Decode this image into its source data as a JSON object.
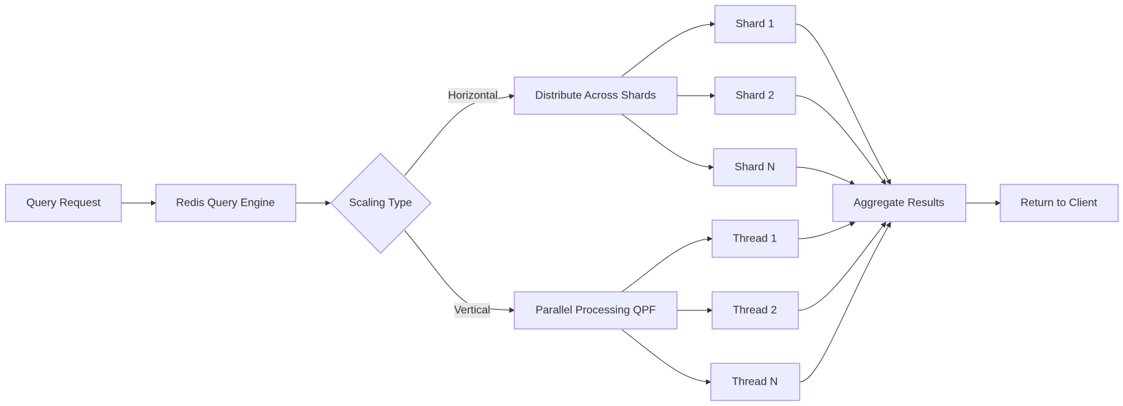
{
  "diagram": {
    "type": "flowchart",
    "direction": "left-to-right",
    "colors": {
      "node_fill": "#ECECFF",
      "node_stroke": "#9370DB",
      "text": "#333333",
      "edge": "#333333",
      "edge_label_bg": "#e8e8e8"
    },
    "nodes": [
      {
        "id": "query_request",
        "label": "Query Request",
        "shape": "rect"
      },
      {
        "id": "redis_engine",
        "label": "Redis Query Engine",
        "shape": "rect"
      },
      {
        "id": "scaling_type",
        "label": "Scaling Type",
        "shape": "diamond"
      },
      {
        "id": "distribute",
        "label": "Distribute Across Shards",
        "shape": "rect"
      },
      {
        "id": "parallel",
        "label": "Parallel Processing QPF",
        "shape": "rect"
      },
      {
        "id": "shard1",
        "label": "Shard 1",
        "shape": "rect"
      },
      {
        "id": "shard2",
        "label": "Shard 2",
        "shape": "rect"
      },
      {
        "id": "shardN",
        "label": "Shard N",
        "shape": "rect"
      },
      {
        "id": "thread1",
        "label": "Thread 1",
        "shape": "rect"
      },
      {
        "id": "thread2",
        "label": "Thread 2",
        "shape": "rect"
      },
      {
        "id": "threadN",
        "label": "Thread N",
        "shape": "rect"
      },
      {
        "id": "aggregate",
        "label": "Aggregate Results",
        "shape": "rect"
      },
      {
        "id": "return_client",
        "label": "Return to Client",
        "shape": "rect"
      }
    ],
    "edges": [
      {
        "from": "query_request",
        "to": "redis_engine",
        "label": ""
      },
      {
        "from": "redis_engine",
        "to": "scaling_type",
        "label": ""
      },
      {
        "from": "scaling_type",
        "to": "distribute",
        "label": "Horizontal"
      },
      {
        "from": "scaling_type",
        "to": "parallel",
        "label": "Vertical"
      },
      {
        "from": "distribute",
        "to": "shard1",
        "label": ""
      },
      {
        "from": "distribute",
        "to": "shard2",
        "label": ""
      },
      {
        "from": "distribute",
        "to": "shardN",
        "label": ""
      },
      {
        "from": "parallel",
        "to": "thread1",
        "label": ""
      },
      {
        "from": "parallel",
        "to": "thread2",
        "label": ""
      },
      {
        "from": "parallel",
        "to": "threadN",
        "label": ""
      },
      {
        "from": "shard1",
        "to": "aggregate",
        "label": ""
      },
      {
        "from": "shard2",
        "to": "aggregate",
        "label": ""
      },
      {
        "from": "shardN",
        "to": "aggregate",
        "label": ""
      },
      {
        "from": "thread1",
        "to": "aggregate",
        "label": ""
      },
      {
        "from": "thread2",
        "to": "aggregate",
        "label": ""
      },
      {
        "from": "threadN",
        "to": "aggregate",
        "label": ""
      },
      {
        "from": "aggregate",
        "to": "return_client",
        "label": ""
      }
    ]
  }
}
